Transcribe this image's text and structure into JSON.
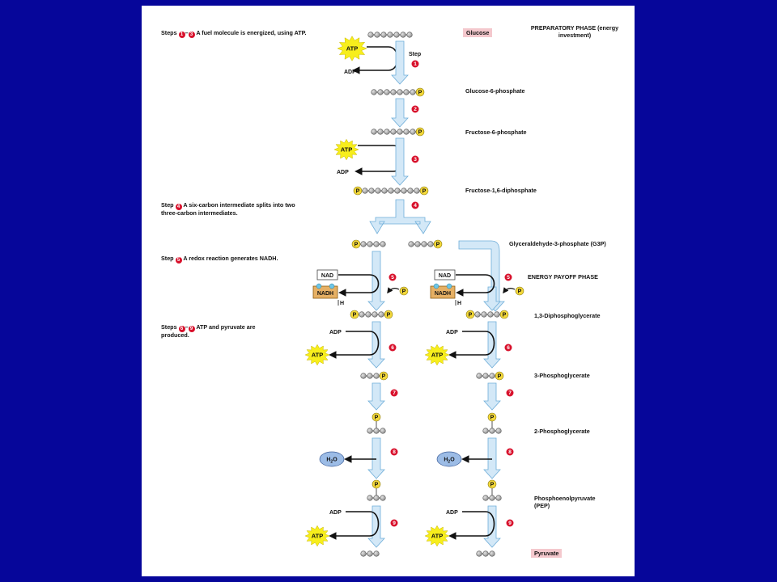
{
  "notes": {
    "steps_1_3": {
      "word": "Steps",
      "badge_a": "1",
      "dash": "–",
      "badge_b": "3",
      "text": "A fuel molecule is energized, using ATP."
    },
    "step_4": {
      "word": "Step",
      "badge": "4",
      "text": "A six-carbon intermediate splits into two three-carbon intermediates."
    },
    "step_5": {
      "word": "Step",
      "badge": "5",
      "text": "A redox reaction generates NADH."
    },
    "steps_6_9": {
      "word": "Steps",
      "badge_a": "6",
      "dash": "–",
      "badge_b": "9",
      "text": "ATP and pyruvate are produced."
    }
  },
  "phases": {
    "preparatory": "PREPARATORY PHASE (energy investment)",
    "payoff": "ENERGY PAYOFF PHASE"
  },
  "compounds": {
    "glucose": "Glucose",
    "g6p": "Glucose-6-phosphate",
    "f6p": "Fructose-6-phosphate",
    "f16dp": "Fructose-1,6-diphosphate",
    "g3p": "Glyceraldehyde-3-phosphate (G3P)",
    "dpg13": "1,3-Diphosphoglycerate",
    "pg3": "3-Phosphoglycerate",
    "pg2": "2-Phosphoglycerate",
    "pep": "Phosphoenolpyruvate (PEP)",
    "pyruvate": "Pyruvate"
  },
  "molecules": {
    "atp": "ATP",
    "adp": "ADP",
    "nad": "NAD",
    "nadh": "NADH",
    "h": "H",
    "p": "P",
    "water": "H",
    "water_sub": "2",
    "water_o": "O",
    "step_word": "Step"
  },
  "steps": [
    "1",
    "2",
    "3",
    "4",
    "5",
    "6",
    "7",
    "8",
    "9"
  ],
  "colors": {
    "background": "#06069a",
    "arrow_fill": "#d3e8f7",
    "arrow_stroke": "#6faed9",
    "step_badge": "#d8112c",
    "phosphate": "#f3d83a",
    "carbon": "#8e8e8e",
    "atp_burst": "#f7ee1c",
    "nadh_box": "#e6b064",
    "water_oval": "#9cbce6",
    "highlight": "#f4c8cd"
  }
}
